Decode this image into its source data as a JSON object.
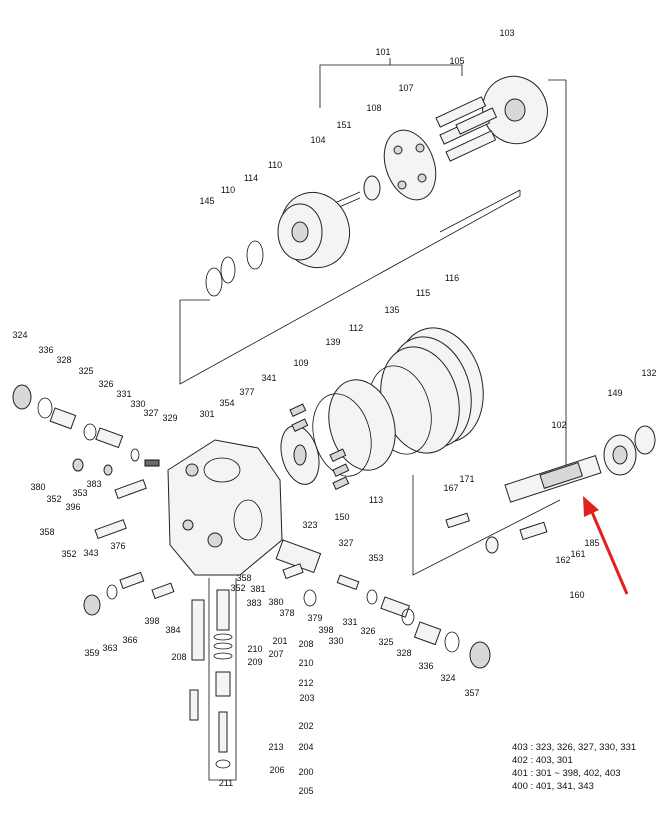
{
  "callouts": [
    {
      "n": "101"
    },
    {
      "n": "103"
    },
    {
      "n": "105"
    },
    {
      "n": "107"
    },
    {
      "n": "108"
    },
    {
      "n": "151"
    },
    {
      "n": "104"
    },
    {
      "n": "110"
    },
    {
      "n": "114"
    },
    {
      "n": "110"
    },
    {
      "n": "145"
    },
    {
      "n": "116"
    },
    {
      "n": "115"
    },
    {
      "n": "135"
    },
    {
      "n": "112"
    },
    {
      "n": "139"
    },
    {
      "n": "109"
    },
    {
      "n": "113"
    },
    {
      "n": "150"
    },
    {
      "n": "132"
    },
    {
      "n": "149"
    },
    {
      "n": "102"
    },
    {
      "n": "171"
    },
    {
      "n": "167"
    },
    {
      "n": "185"
    },
    {
      "n": "161"
    },
    {
      "n": "162"
    },
    {
      "n": "160"
    },
    {
      "n": "324"
    },
    {
      "n": "336"
    },
    {
      "n": "328"
    },
    {
      "n": "325"
    },
    {
      "n": "326"
    },
    {
      "n": "331"
    },
    {
      "n": "330"
    },
    {
      "n": "327"
    },
    {
      "n": "329"
    },
    {
      "n": "301"
    },
    {
      "n": "354"
    },
    {
      "n": "377"
    },
    {
      "n": "341"
    },
    {
      "n": "380"
    },
    {
      "n": "383"
    },
    {
      "n": "352"
    },
    {
      "n": "353"
    },
    {
      "n": "396"
    },
    {
      "n": "358"
    },
    {
      "n": "352"
    },
    {
      "n": "343"
    },
    {
      "n": "376"
    },
    {
      "n": "323"
    },
    {
      "n": "327"
    },
    {
      "n": "353"
    },
    {
      "n": "358"
    },
    {
      "n": "352"
    },
    {
      "n": "381"
    },
    {
      "n": "383"
    },
    {
      "n": "380"
    },
    {
      "n": "378"
    },
    {
      "n": "379"
    },
    {
      "n": "398"
    },
    {
      "n": "330"
    },
    {
      "n": "331"
    },
    {
      "n": "326"
    },
    {
      "n": "325"
    },
    {
      "n": "328"
    },
    {
      "n": "336"
    },
    {
      "n": "324"
    },
    {
      "n": "357"
    },
    {
      "n": "359"
    },
    {
      "n": "363"
    },
    {
      "n": "366"
    },
    {
      "n": "398"
    },
    {
      "n": "384"
    },
    {
      "n": "208"
    },
    {
      "n": "201"
    },
    {
      "n": "208"
    },
    {
      "n": "207"
    },
    {
      "n": "210"
    },
    {
      "n": "210"
    },
    {
      "n": "209"
    },
    {
      "n": "212"
    },
    {
      "n": "203"
    },
    {
      "n": "202"
    },
    {
      "n": "204"
    },
    {
      "n": "213"
    },
    {
      "n": "206"
    },
    {
      "n": "200"
    },
    {
      "n": "211"
    },
    {
      "n": "205"
    }
  ],
  "legend": [
    "403 : 323, 326, 327, 330, 331",
    "402 : 403, 301",
    "401 : 301 ~ 398, 402, 403",
    "400 : 401, 341, 343"
  ],
  "highlight_arrow": {
    "color": "#e0221b"
  }
}
